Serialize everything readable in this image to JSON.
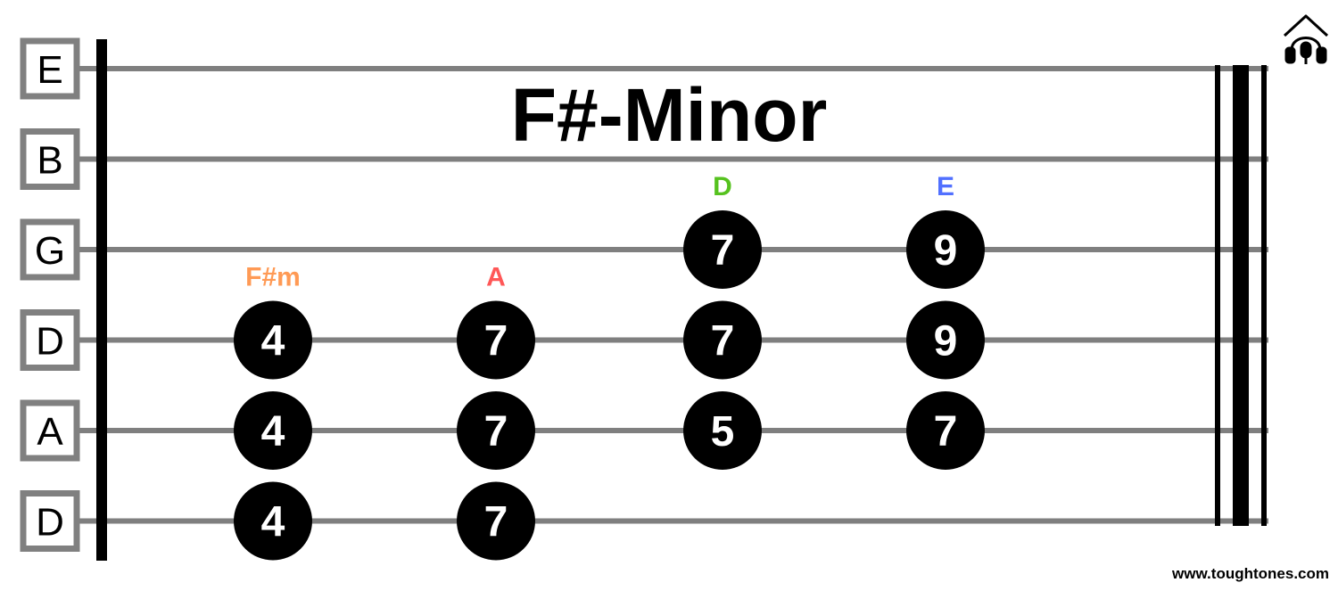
{
  "title": "F#-Minor",
  "watermark": "www.toughtones.com",
  "logo_icon": "house-headphones-microphone-icon",
  "strings": [
    "E",
    "B",
    "G",
    "D",
    "A",
    "D"
  ],
  "colors": {
    "string_line": "#7f7f7f",
    "label_box_border": "#808080",
    "bar_line": "#000000",
    "note_fill": "#000000",
    "note_text": "#ffffff",
    "chord_fsharp_m": "#ff9a55",
    "chord_a": "#ff5757",
    "chord_d": "#56c21f",
    "chord_e": "#5170ff"
  },
  "chords": [
    {
      "name": "F#m",
      "color": "#ff9a55",
      "notes": [
        {
          "string": "D",
          "string_index": 3,
          "fret": "4"
        },
        {
          "string": "A",
          "string_index": 4,
          "fret": "4"
        },
        {
          "string": "D",
          "string_index": 5,
          "fret": "4"
        }
      ]
    },
    {
      "name": "A",
      "color": "#ff5757",
      "notes": [
        {
          "string": "D",
          "string_index": 3,
          "fret": "7"
        },
        {
          "string": "A",
          "string_index": 4,
          "fret": "7"
        },
        {
          "string": "D",
          "string_index": 5,
          "fret": "7"
        }
      ]
    },
    {
      "name": "D",
      "color": "#56c21f",
      "notes": [
        {
          "string": "G",
          "string_index": 2,
          "fret": "7"
        },
        {
          "string": "D",
          "string_index": 3,
          "fret": "7"
        },
        {
          "string": "A",
          "string_index": 4,
          "fret": "5"
        }
      ]
    },
    {
      "name": "E",
      "color": "#5170ff",
      "notes": [
        {
          "string": "G",
          "string_index": 2,
          "fret": "9"
        },
        {
          "string": "D",
          "string_index": 3,
          "fret": "9"
        },
        {
          "string": "A",
          "string_index": 4,
          "fret": "7"
        }
      ]
    }
  ]
}
